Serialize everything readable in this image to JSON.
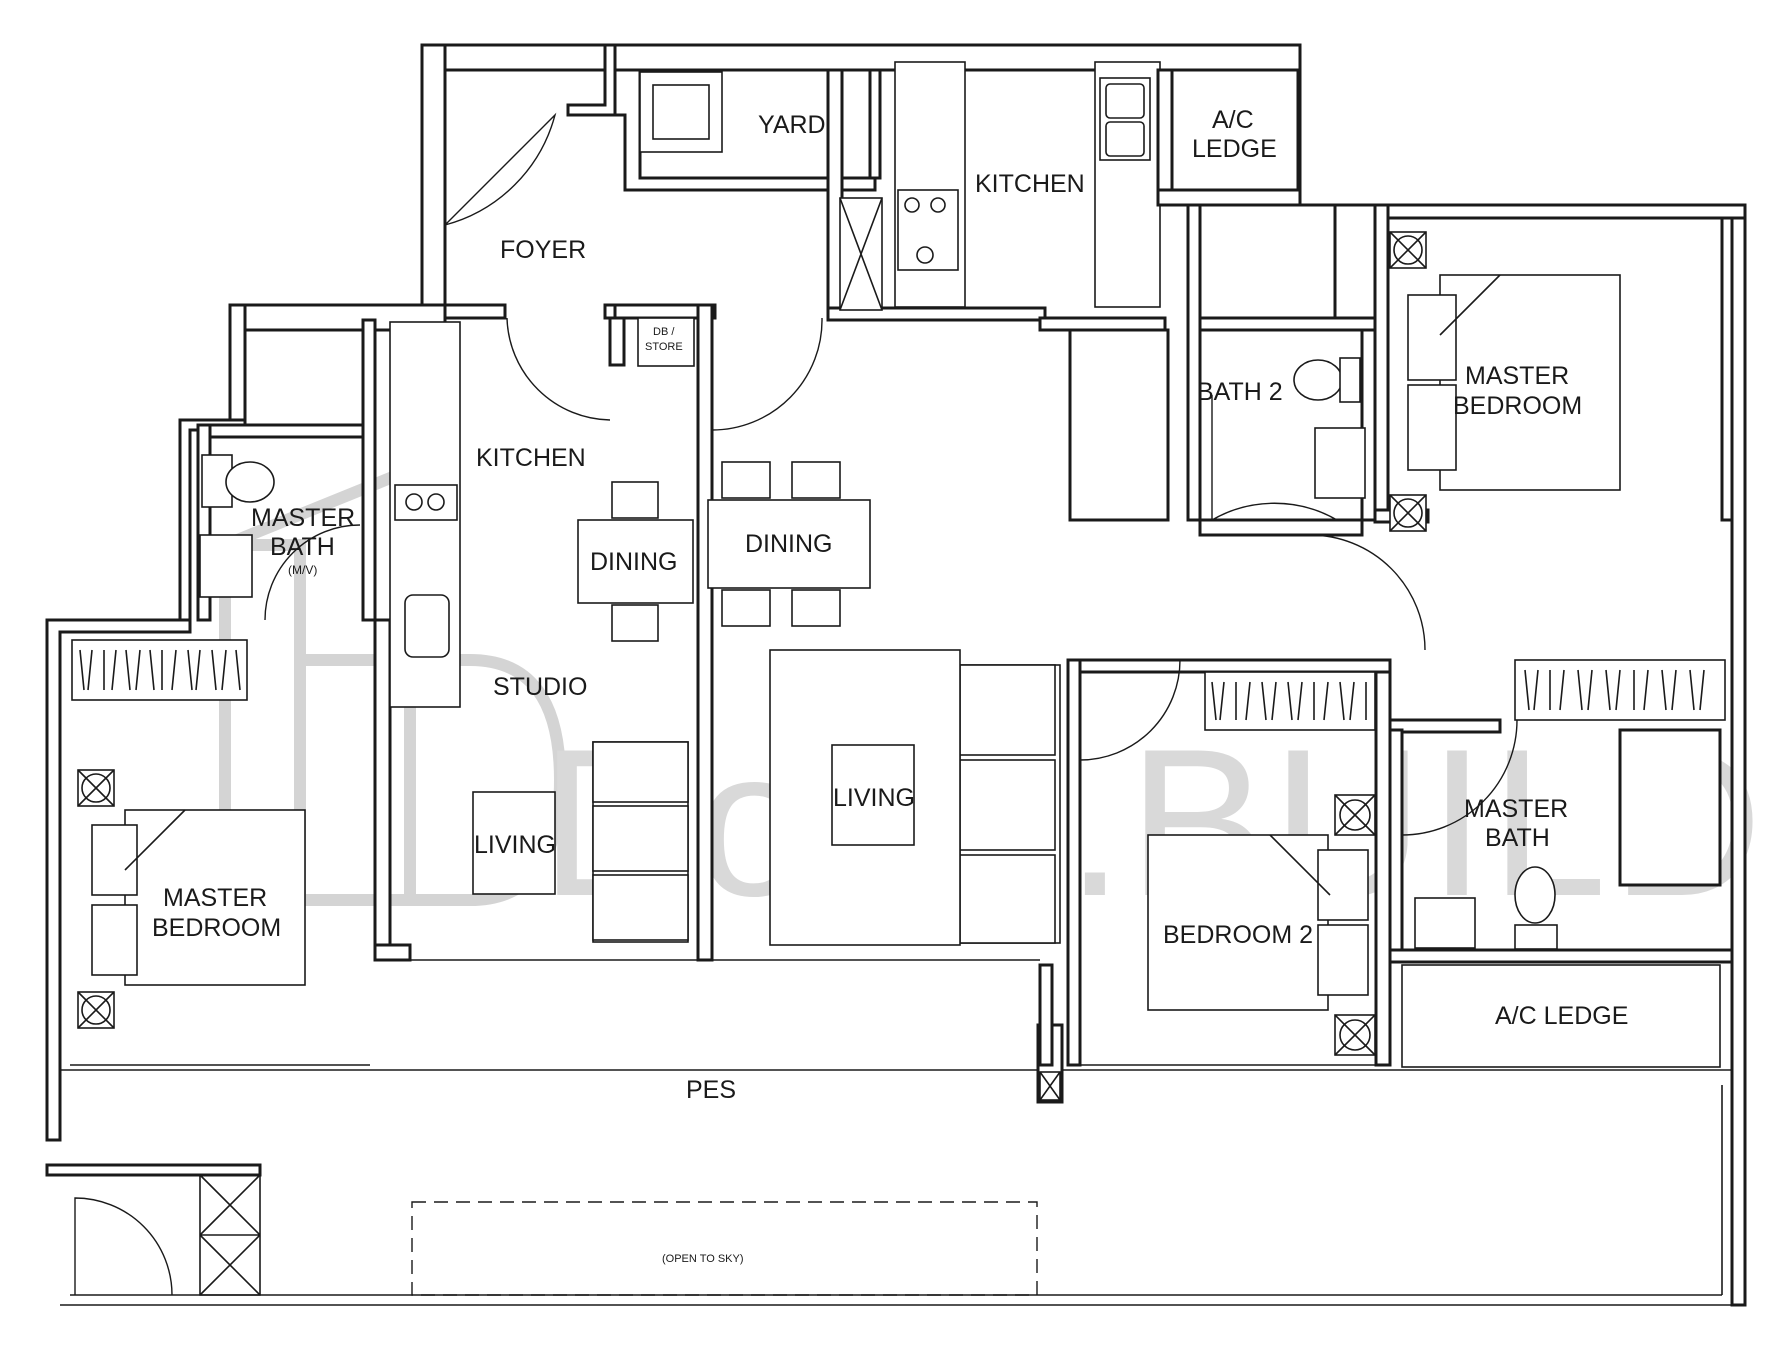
{
  "watermark": {
    "text": "Dottri.BUILD"
  },
  "rooms": {
    "yard": "YARD",
    "kitchen_main": "KITCHEN",
    "ac_ledge_top_l1": "A/C",
    "ac_ledge_top_l2": "LEDGE",
    "foyer": "FOYER",
    "db_store_l1": "DB /",
    "db_store_l2": "STORE",
    "kitchen_studio": "KITCHEN",
    "master_bath_left_l1": "MASTER",
    "master_bath_left_l2": "BATH",
    "master_bath_left_note": "(M/V)",
    "dining_studio": "DINING",
    "dining_main": "DINING",
    "studio": "STUDIO",
    "living_studio": "LIVING",
    "living_main": "LIVING",
    "bath2": "BATH 2",
    "master_bedroom_right_l1": "MASTER",
    "master_bedroom_right_l2": "BEDROOM",
    "master_bedroom_left_l1": "MASTER",
    "master_bedroom_left_l2": "BEDROOM",
    "bedroom2": "BEDROOM 2",
    "master_bath_right_l1": "MASTER",
    "master_bath_right_l2": "BATH",
    "ac_ledge_bottom": "A/C LEDGE",
    "pes": "PES",
    "open_to_sky": "(OPEN TO SKY)"
  }
}
